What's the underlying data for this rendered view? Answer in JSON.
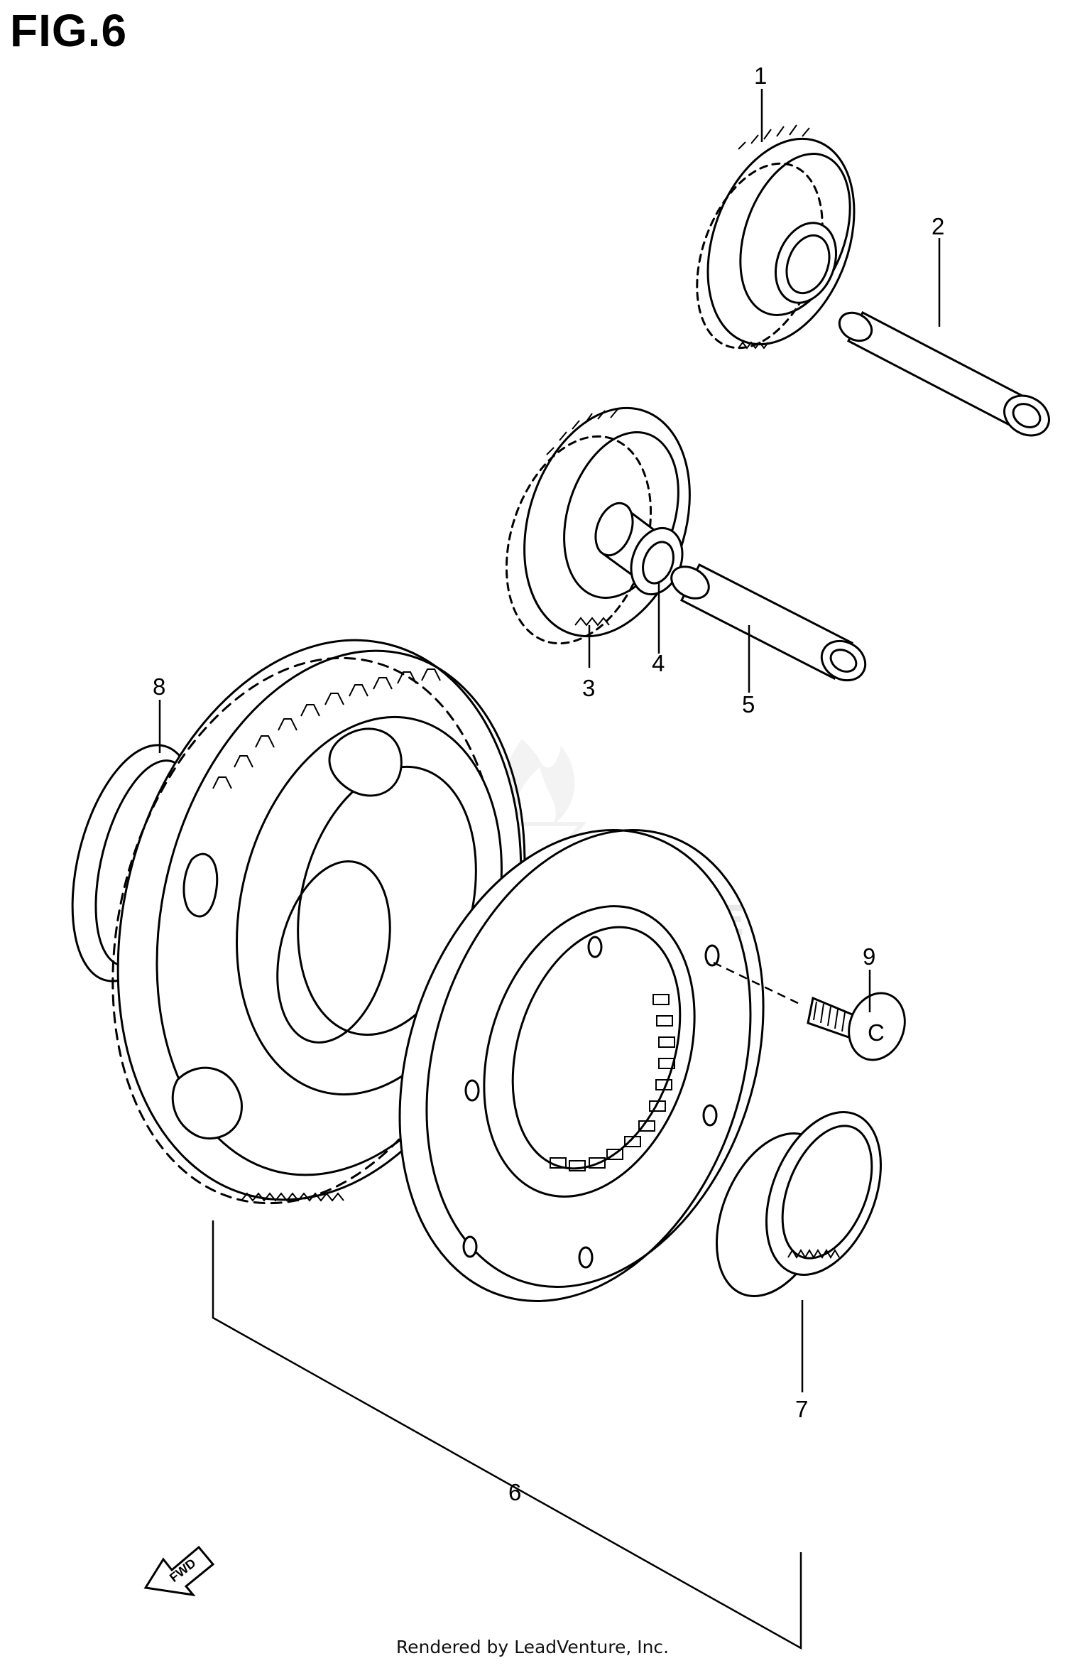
{
  "figure": {
    "title": "FIG.6"
  },
  "watermark": {
    "text": "LEADVENTURE"
  },
  "callouts": {
    "c1": "1",
    "c2": "2",
    "c3": "3",
    "c4": "4",
    "c5": "5",
    "c6": "6",
    "c7": "7",
    "c8": "8",
    "c9": "9"
  },
  "fwd_badge": {
    "label": "FWD"
  },
  "bolt_head_mark": "C",
  "footer": {
    "text": "Rendered by LeadVenture, Inc."
  }
}
